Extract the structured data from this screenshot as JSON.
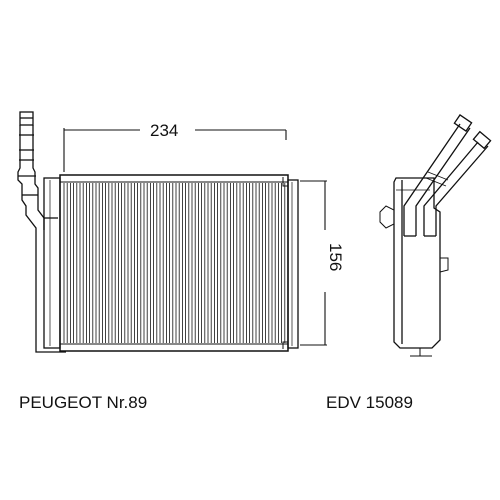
{
  "drawing": {
    "width_dimension": "234",
    "height_dimension": "156"
  },
  "captions": {
    "vehicle": "PEUGEOT Nr.89",
    "part_number": "EDV 15089"
  }
}
